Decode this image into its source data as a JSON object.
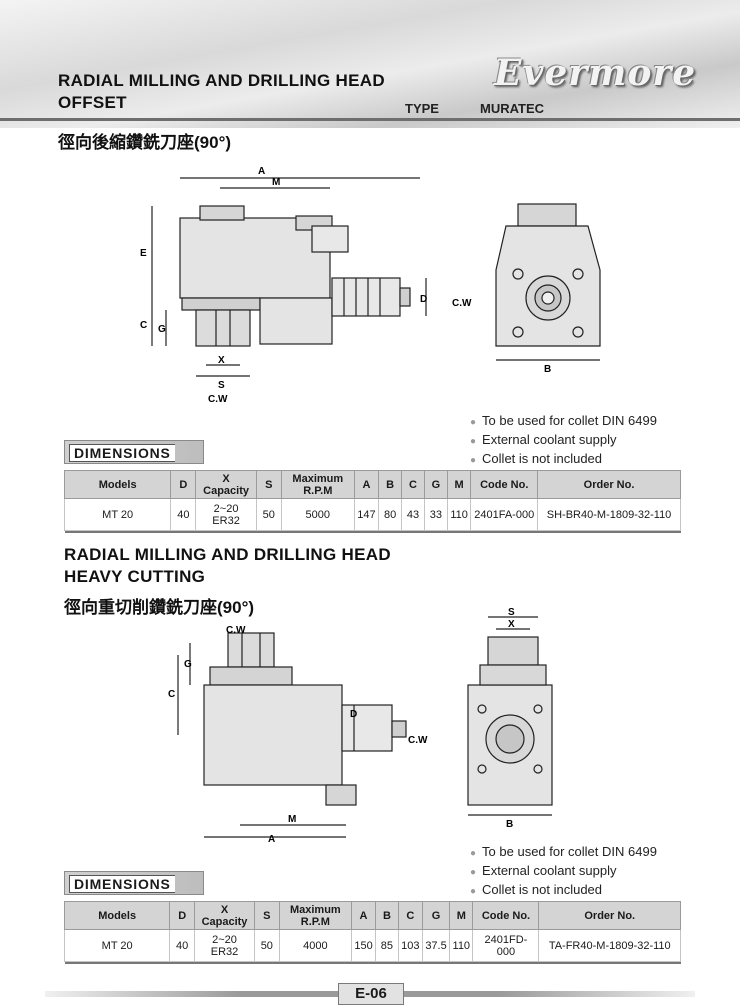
{
  "header": {
    "brand": "Evermore",
    "type_label": "TYPE",
    "type_value": "MURATEC",
    "page_number": "E-06"
  },
  "section1": {
    "title_line1": "RADIAL MILLING AND DRILLING HEAD",
    "title_line2": "OFFSET",
    "chinese_title": "徑向後縮鑽銑刀座(90°)",
    "diagram_labels": {
      "A": "A",
      "M": "M",
      "E": "E",
      "C": "C",
      "G": "G",
      "X": "X",
      "S": "S",
      "D": "D",
      "B": "B",
      "cw": "C.W"
    },
    "bullets": [
      "To be used for collet DIN 6499",
      "External coolant supply",
      "Collet is not included"
    ],
    "dimensions_label": "DIMENSIONS",
    "table": {
      "headers": {
        "models": "Models",
        "d": "D",
        "x": "X",
        "capacity": "Capacity",
        "s": "S",
        "maximum": "Maximum",
        "rpm": "R.P.M",
        "a": "A",
        "b": "B",
        "c": "C",
        "g": "G",
        "m": "M",
        "code": "Code No.",
        "order": "Order No."
      },
      "row": {
        "models": "MT 20",
        "d": "40",
        "x_range": "2~20",
        "x_collet": "ER32",
        "s": "50",
        "rpm": "5000",
        "a": "147",
        "b": "80",
        "c": "43",
        "g": "33",
        "m": "110",
        "code": "2401FA-000",
        "order": "SH-BR40-M-1809-32-110"
      }
    }
  },
  "section2": {
    "title_line1": "RADIAL MILLING AND DRILLING HEAD",
    "title_line2": "HEAVY CUTTING",
    "chinese_title": "徑向重切削鑽銑刀座(90°)",
    "diagram_labels": {
      "A": "A",
      "M": "M",
      "C": "C",
      "G": "G",
      "X": "X",
      "S": "S",
      "D": "D",
      "B": "B",
      "cw": "C.W"
    },
    "bullets": [
      "To be used for collet DIN 6499",
      "External coolant supply",
      "Collet is not included"
    ],
    "dimensions_label": "DIMENSIONS",
    "table": {
      "headers": {
        "models": "Models",
        "d": "D",
        "x": "X",
        "capacity": "Capacity",
        "s": "S",
        "maximum": "Maximum",
        "rpm": "R.P.M",
        "a": "A",
        "b": "B",
        "c": "C",
        "g": "G",
        "m": "M",
        "code": "Code No.",
        "order": "Order No."
      },
      "row": {
        "models": "MT 20",
        "d": "40",
        "x_range": "2~20",
        "x_collet": "ER32",
        "s": "50",
        "rpm": "4000",
        "a": "150",
        "b": "85",
        "c": "103",
        "g": "37.5",
        "m": "110",
        "code": "2401FD-000",
        "order": "TA-FR40-M-1809-32-110"
      }
    }
  }
}
